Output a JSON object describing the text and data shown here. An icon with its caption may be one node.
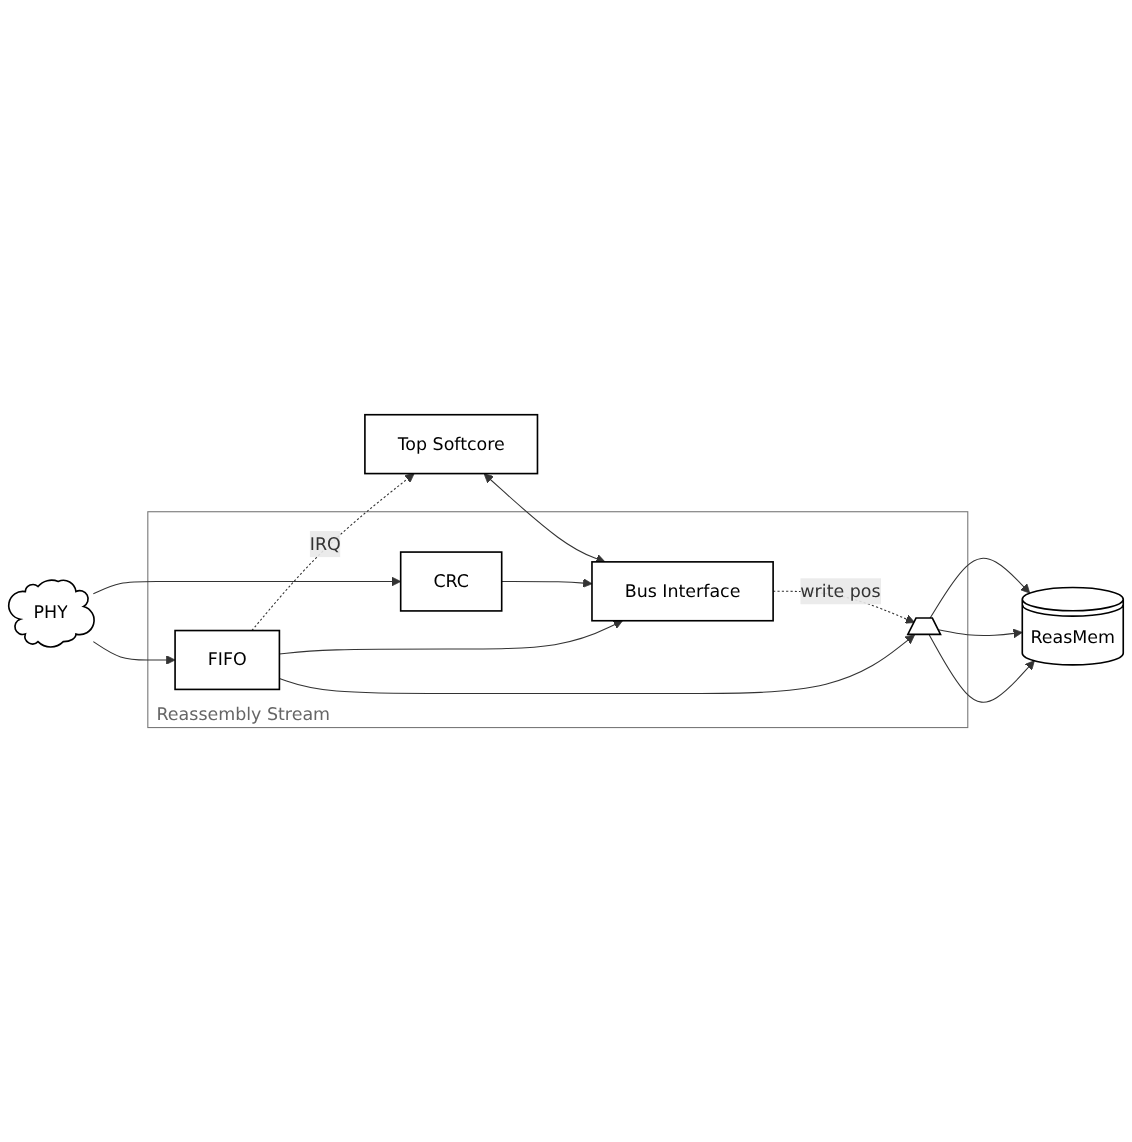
{
  "diagram": {
    "nodes": [
      {
        "text": [
          "Top Softcore"
        ]
      },
      {
        "text": [
          "Reassembly Stream"
        ]
      },
      {
        "text": [
          "Bus Interface"
        ],
        "in": 1
      },
      {
        "text": [
          "CRC"
        ],
        "in": 1
      },
      {
        "text": [
          "FIFO"
        ],
        "in": 1
      },
      {
        "text": [],
        "shape": "trapezoid",
        "in": 1
      },
      {
        "text": [
          "ReasMem"
        ]
      },
      {
        "text": [
          "PHY"
        ]
      }
    ],
    "edges": [
      {
        "from": 0,
        "to": 2,
        "arrow": "both"
      },
      {
        "from": 4,
        "to": 0,
        "arrow": "to",
        "label": "IRQ",
        "style": "dashed"
      },
      {
        "from": 3,
        "to": 2,
        "arrow": "to"
      },
      {
        "from": 4,
        "to": 2,
        "arrow": "to"
      },
      {
        "from": 2,
        "to": 5,
        "arrow": "to",
        "label": "write pos",
        "style": "dashed"
      },
      {
        "from": 7,
        "to": 3,
        "arrow": "to"
      },
      {
        "from": 7,
        "to": 4,
        "arrow": "to"
      },
      {
        "from": 4,
        "to": 5,
        "arrow": "to"
      },
      {
        "from": 5,
        "to": 6,
        "arrow": "to"
      },
      {
        "from": 5,
        "to": 6,
        "arrow": "to"
      },
      {
        "from": 5,
        "to": 6,
        "arrow": "to"
      }
    ]
  }
}
